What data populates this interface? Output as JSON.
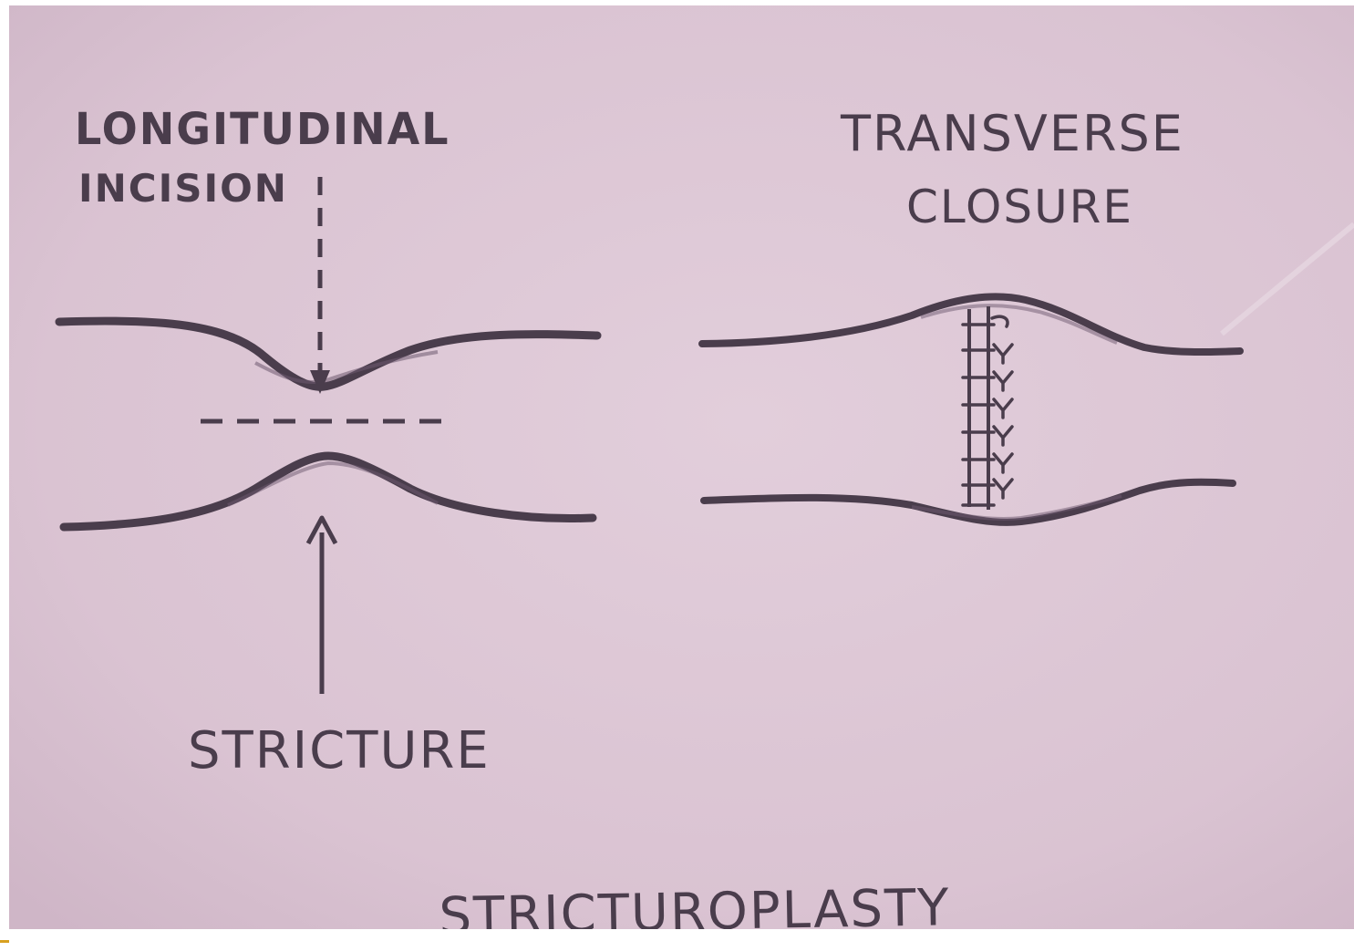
{
  "labels": {
    "longitudinal": "LONGITUDINAL",
    "incision": "INCISION",
    "transverse": "TRANSVERSE",
    "closure": "CLOSURE",
    "stricture": "STRICTURE",
    "title": "STRICTUROPLASTY"
  },
  "colors": {
    "slide_background": "#dcc5d4",
    "ink": "#4a3d4c",
    "accent_mark": "#d8a020"
  }
}
